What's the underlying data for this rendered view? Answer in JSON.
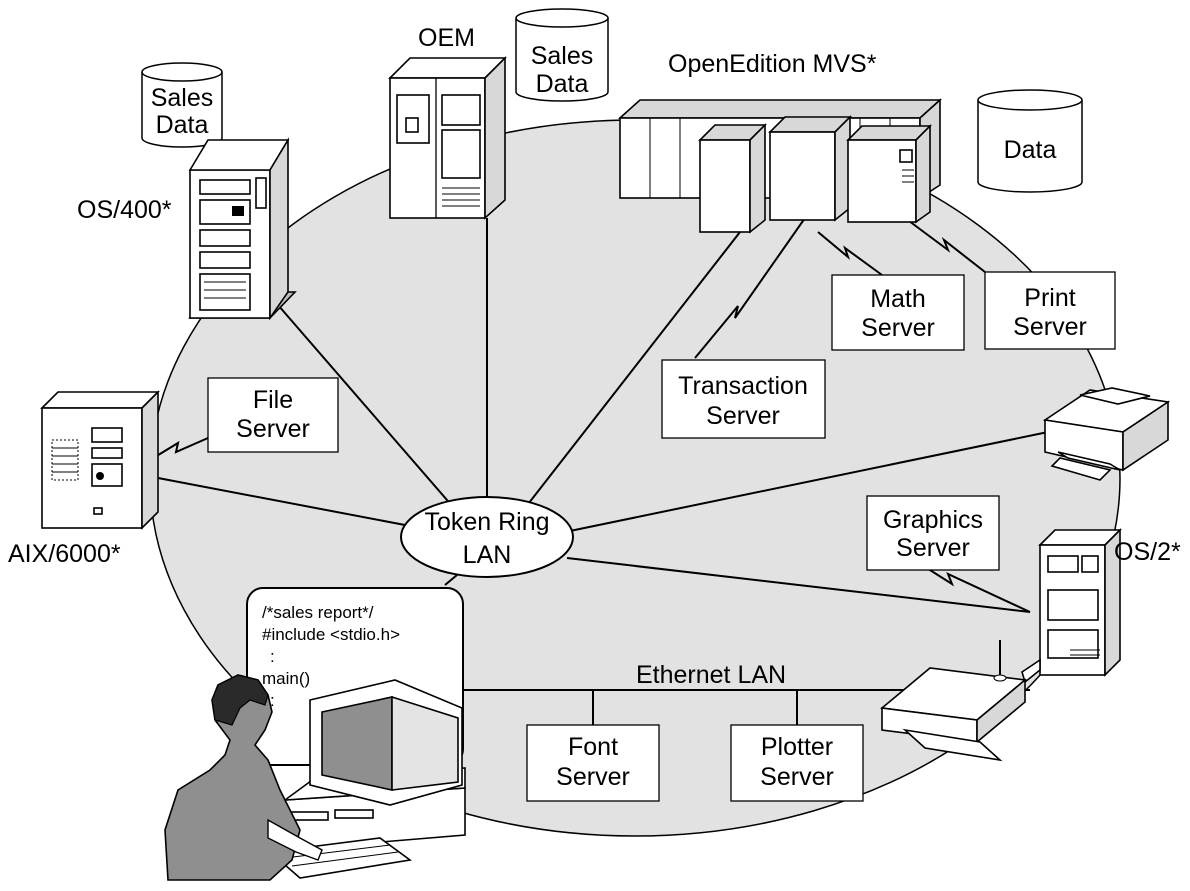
{
  "hub": {
    "line1": "Token Ring",
    "line2": "LAN"
  },
  "ethernet": {
    "label": "Ethernet LAN"
  },
  "systems": {
    "os400": "OS/400*",
    "oem": "OEM",
    "mvs": "OpenEdition MVS*",
    "aix": "AIX/6000*",
    "os2": "OS/2*"
  },
  "databases": {
    "sales1": {
      "line1": "Sales",
      "line2": "Data"
    },
    "sales2": {
      "line1": "Sales",
      "line2": "Data"
    },
    "data": {
      "line1": "Data"
    }
  },
  "servers": {
    "file": {
      "line1": "File",
      "line2": "Server"
    },
    "math": {
      "line1": "Math",
      "line2": "Server"
    },
    "print": {
      "line1": "Print",
      "line2": "Server"
    },
    "transaction": {
      "line1": "Transaction",
      "line2": "Server"
    },
    "graphics": {
      "line1": "Graphics",
      "line2": "Server"
    },
    "font": {
      "line1": "Font",
      "line2": "Server"
    },
    "plotter": {
      "line1": "Plotter",
      "line2": "Server"
    }
  },
  "code_screen": {
    "lines": [
      "/*sales report*/",
      "#include <stdio.h>",
      ":",
      "main()",
      ":"
    ]
  },
  "colors": {
    "network_area": "#e2e2e2",
    "hardware_shade": "#bdbdbd",
    "person_jacket": "#8f8f8f"
  }
}
